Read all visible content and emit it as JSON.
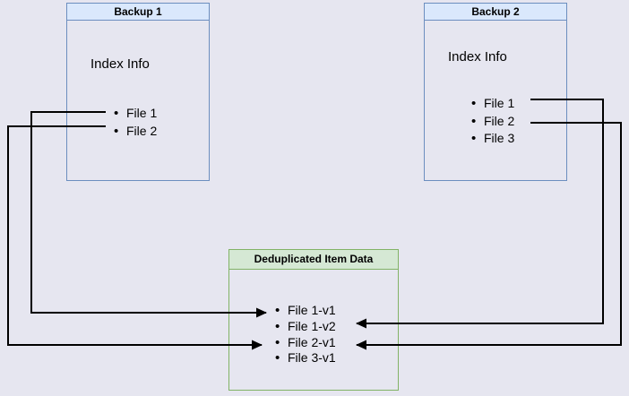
{
  "colors": {
    "background": "#e6e6f0",
    "backup_box_border": "#6c8ebf",
    "backup_title_fill": "#dae8fc",
    "dedup_box_border": "#82b366",
    "dedup_title_fill": "#d5e8d4",
    "connector": "#000000",
    "text": "#000000"
  },
  "backup1": {
    "title": "Backup 1",
    "subtitle": "Index Info",
    "files": [
      "File 1",
      "File 2"
    ]
  },
  "backup2": {
    "title": "Backup 2",
    "subtitle": "Index Info",
    "files": [
      "File 1",
      "File 2",
      "File 3"
    ]
  },
  "dedup": {
    "title": "Deduplicated Item Data",
    "items": [
      "File 1-v1",
      "File 1-v2",
      "File 2-v1",
      "File 3-v1"
    ]
  },
  "connections": [
    {
      "from": "Backup 1 / File 1",
      "to": "Deduplicated Item Data / File 1-v1"
    },
    {
      "from": "Backup 1 / File 2",
      "to": "Deduplicated Item Data / File 2-v1"
    },
    {
      "from": "Backup 2 / File 1",
      "to": "Deduplicated Item Data / File 1-v2"
    },
    {
      "from": "Backup 2 / File 2",
      "to": "Deduplicated Item Data / File 2-v1"
    }
  ]
}
